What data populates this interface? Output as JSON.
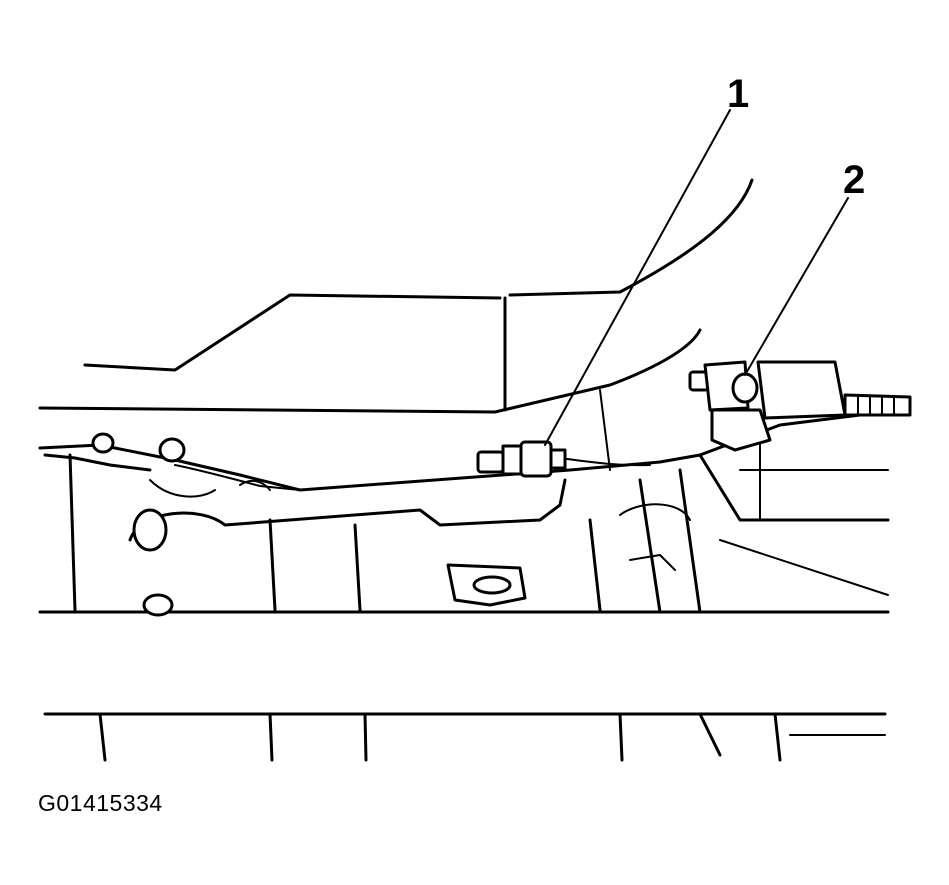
{
  "callouts": [
    {
      "label": "1",
      "part": "sensor-1"
    },
    {
      "label": "2",
      "part": "sensor-2"
    }
  ],
  "figure_code": "G01415334",
  "colors": {
    "ink": "#000000",
    "paper": "#ffffff"
  }
}
